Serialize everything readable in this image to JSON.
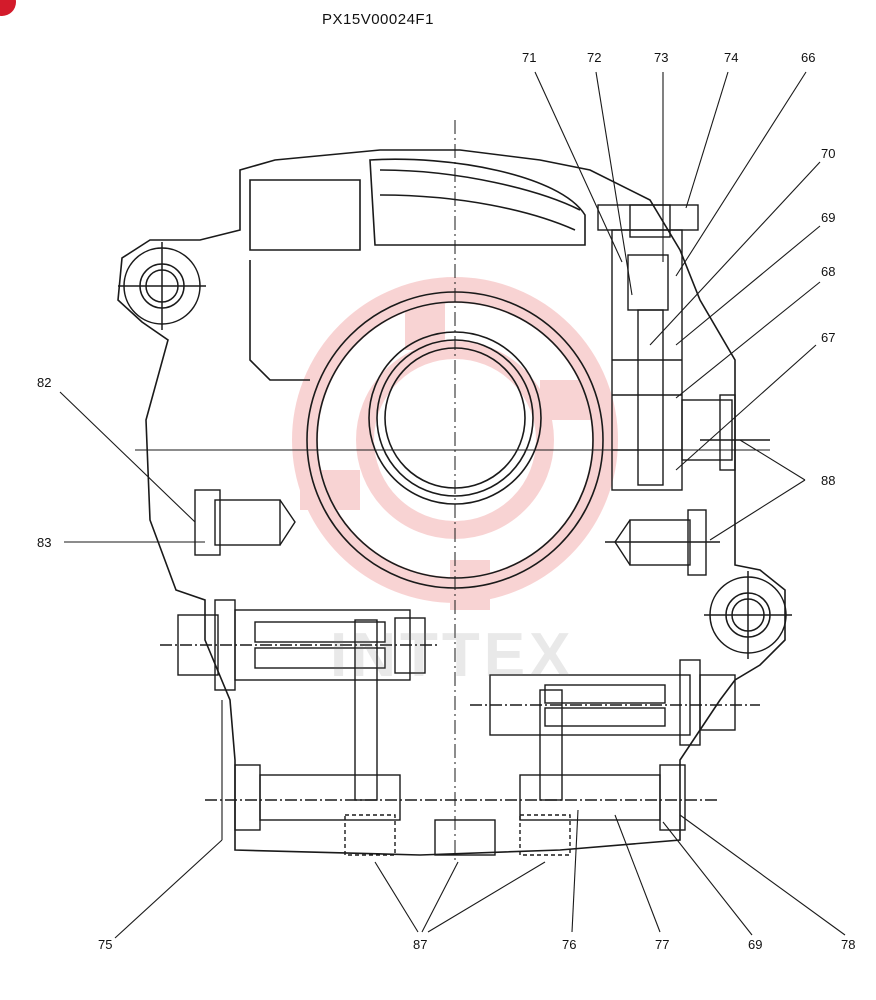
{
  "drawing_code": "PX15V00024F1",
  "watermark": "INTTEX",
  "labels": {
    "l71": "71",
    "l72": "72",
    "l73": "73",
    "l74": "74",
    "l66": "66",
    "l70": "70",
    "l69a": "69",
    "l68": "68",
    "l67": "67",
    "l82": "82",
    "l88": "88",
    "l83": "83",
    "l75": "75",
    "l87": "87",
    "l76": "76",
    "l77": "77",
    "l69b": "69",
    "l78": "78"
  },
  "colors": {
    "line": "#1a1a1a",
    "watermark_red": "#e23b3b",
    "badge": "#d31b2b"
  }
}
